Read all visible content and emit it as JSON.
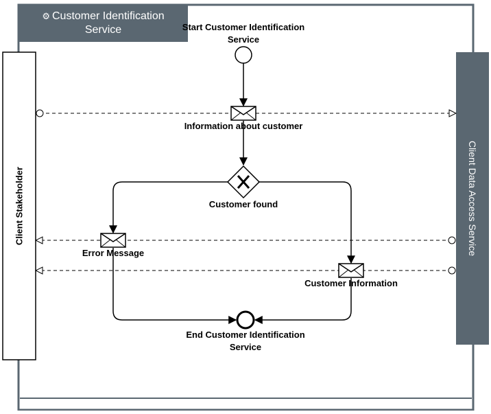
{
  "pool": {
    "title_line1": "Customer Identification",
    "title_line2": "Service",
    "icon": "gear-icon",
    "header_color": "#5a6771"
  },
  "participants": {
    "left": "Client Stakeholder",
    "right": "Client Data Access Service"
  },
  "nodes": {
    "start": {
      "line1": "Start Customer Identification",
      "line2": "Service"
    },
    "info_message": "Information about customer",
    "gateway": "Customer found",
    "error_message": "Error Message",
    "customer_info": "Customer Information",
    "end": {
      "line1": "End Customer Identification",
      "line2": "Service"
    }
  }
}
